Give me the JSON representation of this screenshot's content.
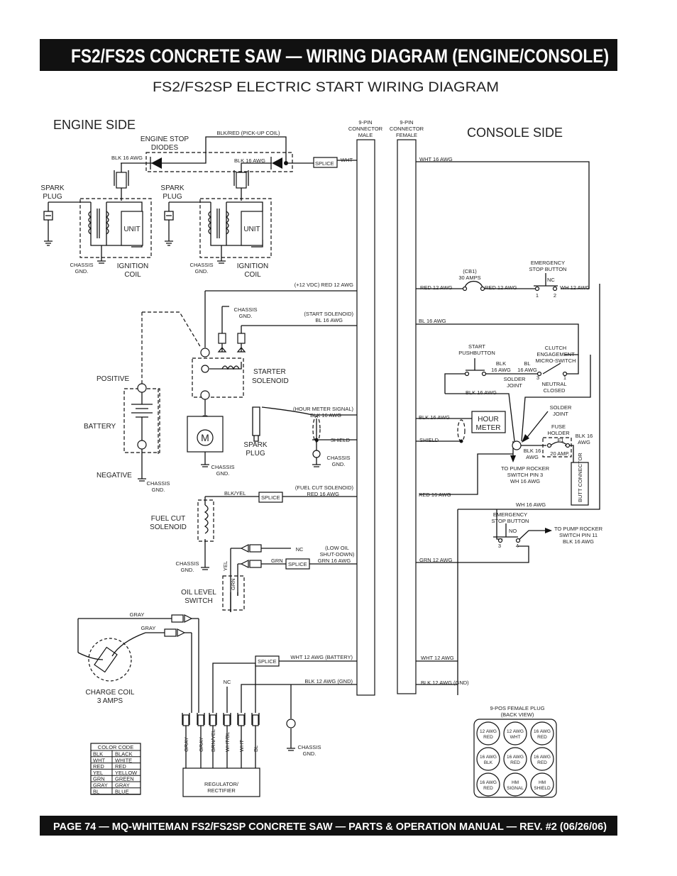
{
  "header": {
    "title": "FS2/FS2S CONCRETE SAW — WIRING DIAGRAM (ENGINE/CONSOLE)",
    "subtitle": "FS2/FS2SP ELECTRIC START WIRING DIAGRAM"
  },
  "footer": {
    "text": "PAGE 74 — MQ-WHITEMAN FS2/FS2SP  CONCRETE SAW — PARTS & OPERATION MANUAL — REV. #2 (06/26/06)"
  },
  "engine": {
    "heading": "ENGINE SIDE",
    "stop_diodes": [
      "ENGINE STOP",
      "DIODES"
    ],
    "pickup": "BLK/RED  (PICK-UP COIL)",
    "blk16": "BLK 16 AWG",
    "splice": "SPLICE",
    "wht": "WHT",
    "spark_plug": [
      "SPARK",
      "PLUG"
    ],
    "unit": "UNIT",
    "chassis_gnd": [
      "CHASSIS",
      "GND."
    ],
    "ignition_coil": [
      "IGNITION",
      "COIL"
    ],
    "red12": "(+12 VDC) RED 12 AWG",
    "start_sol_wire": [
      "(START SOLENOID)",
      "BL 16 AWG"
    ],
    "starter_solenoid": [
      "STARTER",
      "SOLENOID"
    ],
    "positive": "POSITIVE",
    "battery": "BATTERY",
    "negative": "NEGATIVE",
    "motor": "M",
    "hour_signal": [
      "(HOUR METER SIGNAL)",
      "BLK 16 AWG"
    ],
    "shield": "SHIELD",
    "fuel_cut_wire": [
      "(FUEL CUT SOLENOID)",
      "RED 16 AWG"
    ],
    "blkyel": "BLK/YEL",
    "fuel_cut": [
      "FUEL CUT",
      "SOLENOID"
    ],
    "nc": "NC",
    "low_oil": [
      "(LOW OIL",
      "SHUT-DOWN)",
      "GRN 16 AWG"
    ],
    "grn": "GRN",
    "yel": "YEL",
    "oil_switch": [
      "OIL LEVEL",
      "SWITCH"
    ],
    "gray": "GRAY",
    "charge_coil": [
      "CHARGE COIL",
      "3 AMPS"
    ],
    "wht_batt": "WHT 12 AWG (BATTERY)",
    "blk_gnd": "BLK 12 AWG (GND)",
    "reg_wires": [
      "GRAY",
      "GRAY",
      "BRN/YEL",
      "WHT/BL",
      "WHT",
      "BL"
    ],
    "regulator": [
      "REGULATOR/",
      "RECTIFIER"
    ]
  },
  "connectors": {
    "male": [
      "9-PIN",
      "CONNECTOR",
      "MALE"
    ],
    "female": [
      "9-PIN",
      "CONNECTOR",
      "FEMALE"
    ]
  },
  "console": {
    "heading": "CONSOLE SIDE",
    "wht16": "WHT 16 AWG",
    "cb1": [
      "(CB1)",
      "30 AMPS"
    ],
    "red12": "RED 12 AWG",
    "estop": [
      "EMERGENCY",
      "STOP BUTTON"
    ],
    "nc": "NC",
    "pins12": [
      "1",
      "2"
    ],
    "wh12": "WH 12 AWG",
    "bl16": "BL 16 AWG",
    "start_pb": [
      "START",
      "PUSHBUTTON"
    ],
    "blk16_2": [
      "BLK",
      "16 AWG"
    ],
    "bl16_2": [
      "BL",
      "16 AWG"
    ],
    "solder_joint": [
      "SOLDER",
      "JOINT"
    ],
    "clutch": [
      "CLUTCH",
      "ENGAGEMENT",
      "MICRO-SWITCH"
    ],
    "pins31": [
      "3",
      "1"
    ],
    "neutral": [
      "NEUTRAL",
      "CLOSED"
    ],
    "blk16": "BLK 16 AWG",
    "hour_meter": [
      "HOUR",
      "METER"
    ],
    "shield": "SHIELD",
    "fuse": [
      "FUSE",
      "HOLDER",
      "F1",
      "20 AMP."
    ],
    "blk16_fuse": [
      "BLK 16",
      "AWG"
    ],
    "butt": "BUTT CONNECTOR",
    "pump3": [
      "TO PUMP ROCKER",
      "SWITCH PIN 3",
      "WH 16 AWG"
    ],
    "red16": "RED 16 AWG",
    "wh16": "WH 16 AWG",
    "estop2": [
      "EMERGENCY",
      "STOP BUTTON"
    ],
    "no": "NO",
    "pins34": [
      "3",
      "4"
    ],
    "pump11": [
      "TO PUMP ROCKER",
      "SWITCH PIN 11",
      "BLK 16 AWG"
    ],
    "grn12": "GRN 12 AWG",
    "wht12": "WHT 12 AWG",
    "blk_gnd": "BLK 12 AWG (GND)"
  },
  "plug": {
    "title": [
      "9-POS FEMALE PLUG",
      "(BACK VIEW)"
    ],
    "cells": [
      [
        "12 AWG",
        "RED"
      ],
      [
        "12 AWG",
        "WHT"
      ],
      [
        "16 AWG",
        "RED"
      ],
      [
        "16 AWG",
        "BLK"
      ],
      [
        "16 AWG",
        "RED"
      ],
      [
        "16 AWG",
        "RED"
      ],
      [
        "16 AWG",
        "RED"
      ],
      [
        "HM",
        "SIGNAL"
      ],
      [
        "HM",
        "SHIELD"
      ]
    ]
  },
  "color_code": {
    "title": "COLOR CODE",
    "rows": [
      [
        "BLK",
        "BLACK"
      ],
      [
        "WHT",
        "WHITE"
      ],
      [
        "RED",
        "RED"
      ],
      [
        "YEL",
        "YELLOW"
      ],
      [
        "GRN",
        "GREEN"
      ],
      [
        "GRAY",
        "GRAY"
      ],
      [
        "BL",
        "BLUE"
      ]
    ]
  }
}
